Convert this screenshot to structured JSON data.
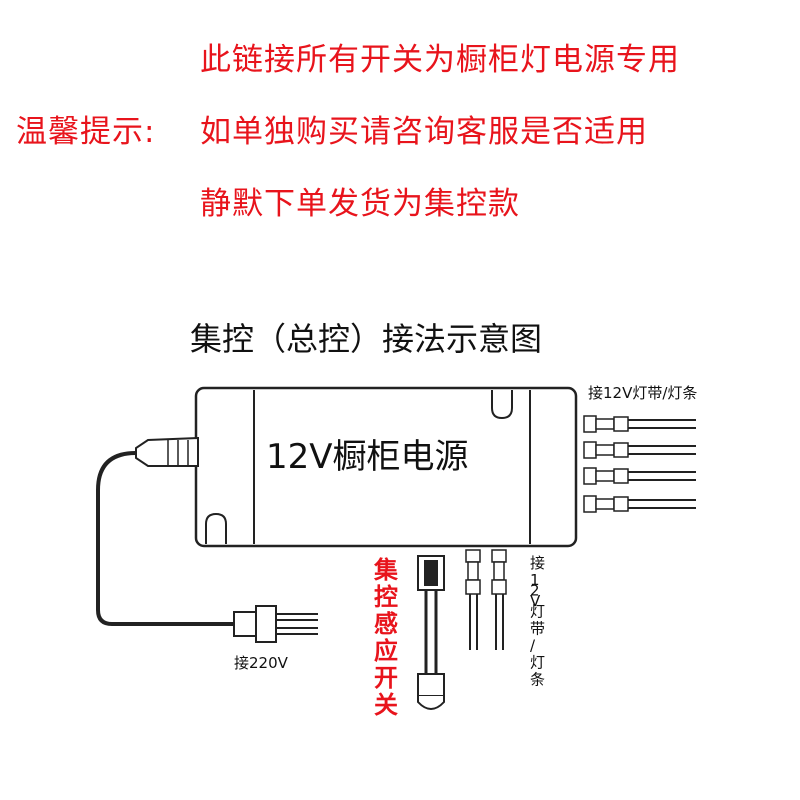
{
  "notes": {
    "line1": "此链接所有开关为橱柜灯电源专用",
    "tip_label": "温馨提示:",
    "line2": "如单独购买请咨询客服是否适用",
    "line3": "静默下单发货为集控款"
  },
  "diagram": {
    "title": "集控（总控）接法示意图",
    "psu_label": "12V橱柜电源",
    "output_right_label": "接12V灯带/灯条",
    "input_label": "接220V",
    "sensor_label": "集控感应开关",
    "output_bottom_label": "接12V灯带/灯条"
  },
  "colors": {
    "accent_red": "#e8141c",
    "line_black": "#111111"
  },
  "icons": {
    "plug": "ac-plug-icon",
    "connector": "dc-connector-icon",
    "sensor": "sensor-probe-icon"
  }
}
